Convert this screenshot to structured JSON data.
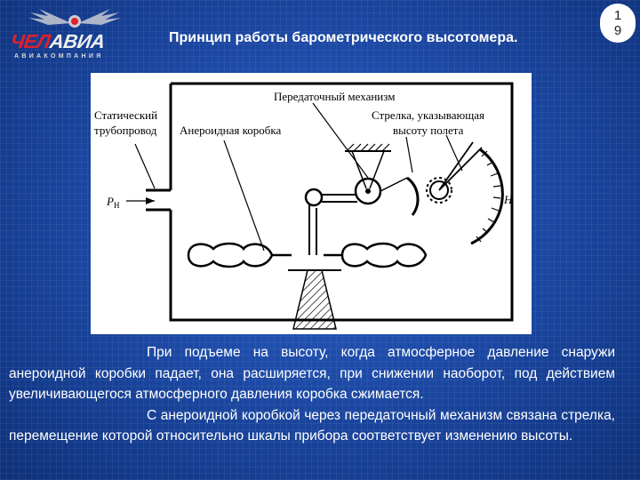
{
  "logo": {
    "wordmark": "ЧЕЛ",
    "wordmark_accent": "АВИА",
    "tagline": "АВИАКОМПАНИЯ",
    "brand_color": "#e0202a"
  },
  "page": {
    "title": "Принцип работы барометрического высотомера.",
    "number_line1": "1",
    "number_line2": "9"
  },
  "figure": {
    "labels": {
      "static_pipe_line1": "Статический",
      "static_pipe_line2": "трубопровод",
      "aneroid_box": "Анероидная коробка",
      "transmission": "Передаточный механизм",
      "needle_line1": "Стрелка, указывающая",
      "needle_line2": "высоту полета",
      "pressure_symbol": "P",
      "pressure_subscript": "H",
      "height_symbol": "H"
    }
  },
  "text": {
    "paragraph1": "При подъеме на высоту, когда атмосферное давление снаружи анероидной коробки падает, она расширяется, при снижении наоборот, под действием увеличивающегося атмосферного давления коробка сжимается.",
    "paragraph2": "С анероидной коробкой через передаточный механизм связана стрелка, перемещение которой относительно шкалы прибора соответствует изменению высоты."
  },
  "colors": {
    "background": "#1d4aa6",
    "text": "#ffffff"
  }
}
